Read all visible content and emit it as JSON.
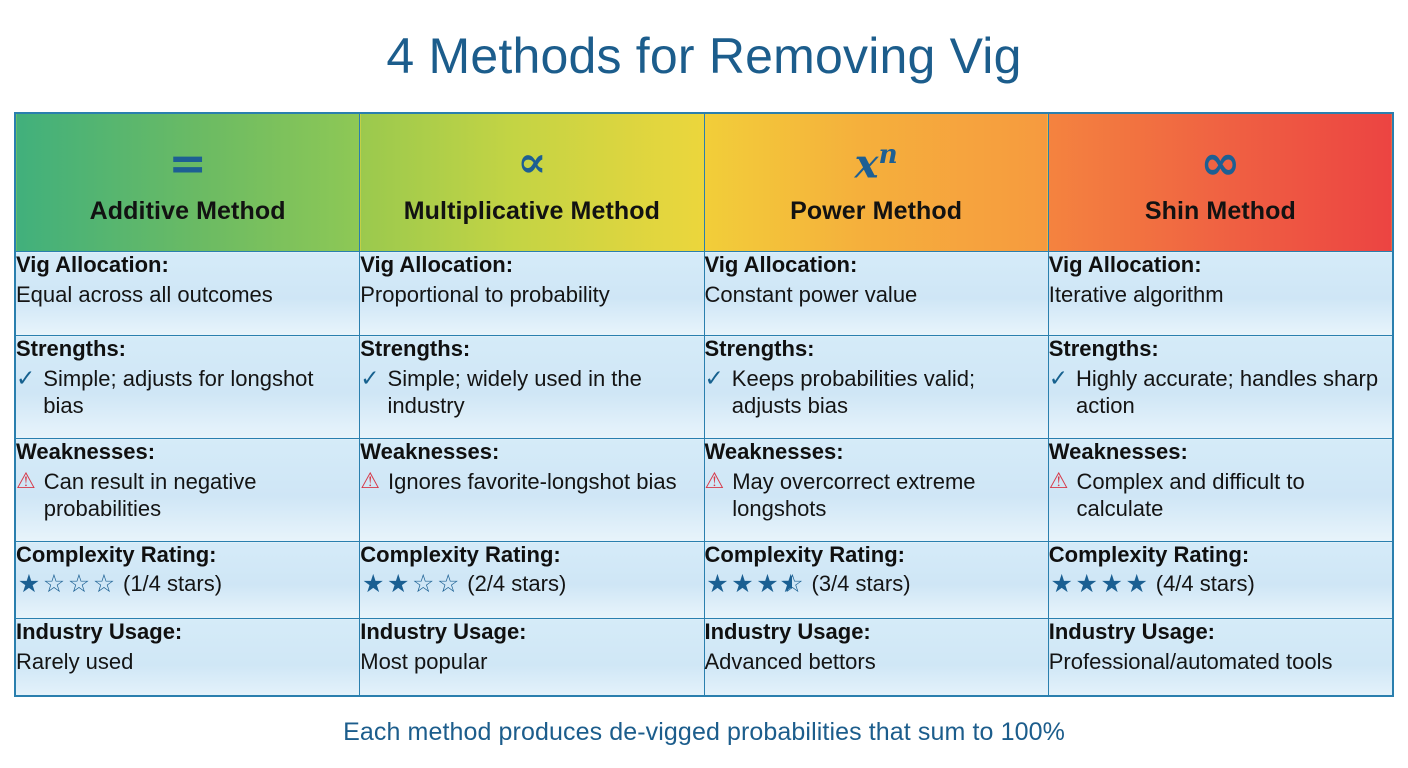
{
  "title": "4 Methods for Removing Vig",
  "footer": "Each method produces de-vigged probabilities that sum to 100%",
  "colors": {
    "title": "#1c5d8c",
    "accent_blue": "#1a5f92",
    "warning_red": "#d63a4a",
    "cell_bg": "#d4e9f7",
    "border": "#2a7fae",
    "gradient_start": "#41b07c",
    "gradient_end": "#ec4442"
  },
  "row_labels": {
    "vig": "Vig Allocation:",
    "strengths": "Strengths:",
    "weaknesses": "Weaknesses:",
    "complexity": "Complexity Rating:",
    "usage": "Industry Usage:"
  },
  "columns": [
    {
      "icon": "equals-icon",
      "icon_glyph": "=",
      "header": "Additive Method",
      "vig": "Equal across all outcomes",
      "strength": "Simple; adjusts for longshot bias",
      "weakness": "Can result in negative probabilities",
      "stars_filled": 1,
      "stars_half": 0,
      "stars_total": 4,
      "stars_text": "(1/4 stars)",
      "usage": "Rarely used"
    },
    {
      "icon": "proportional-icon",
      "icon_glyph": "∝",
      "header": "Multiplicative Method",
      "vig": "Proportional to probability",
      "strength": "Simple; widely used in the industry",
      "weakness": "Ignores favorite-longshot bias",
      "stars_filled": 2,
      "stars_half": 0,
      "stars_total": 4,
      "stars_text": "(2/4 stars)",
      "usage": "Most popular"
    },
    {
      "icon": "power-icon",
      "icon_glyph": "xⁿ",
      "header": "Power Method",
      "vig": "Constant power value",
      "strength": "Keeps probabilities valid; adjusts bias",
      "weakness": "May overcorrect extreme longshots",
      "stars_filled": 3,
      "stars_half": 1,
      "stars_total": 4,
      "stars_text": "(3/4 stars)",
      "usage": "Advanced bettors"
    },
    {
      "icon": "infinity-icon",
      "icon_glyph": "∞",
      "header": "Shin Method",
      "vig": "Iterative algorithm",
      "strength": "Highly accurate; handles sharp action",
      "weakness": "Complex and difficult to calculate",
      "stars_filled": 4,
      "stars_half": 0,
      "stars_total": 4,
      "stars_text": "(4/4 stars)",
      "usage": "Professional/automated tools"
    }
  ],
  "glyphs": {
    "check": "✓",
    "warning": "⚠",
    "star_filled": "★",
    "star_empty": "☆"
  }
}
